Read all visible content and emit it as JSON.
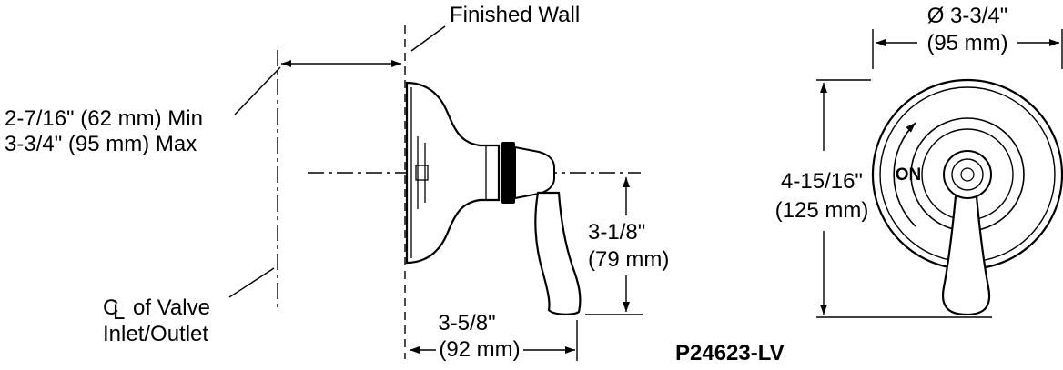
{
  "meta": {
    "part_number": "P24623-LV"
  },
  "side_view": {
    "finished_wall_label": "Finished Wall",
    "depth_min_label": "2-7/16\" (62 mm) Min",
    "depth_max_label": "3-3/4\" (95 mm) Max",
    "centerline_symbol_c": "C",
    "centerline_symbol_l": "L",
    "centerline_label_line1": "of Valve",
    "centerline_label_line2": "Inlet/Outlet",
    "handle_drop_dim_in": "3-1/8\"",
    "handle_drop_dim_mm": "(79 mm)",
    "width_dim_in": "3-5/8\"",
    "width_dim_mm": "(92 mm)"
  },
  "front_view": {
    "diameter_dim_in": "Ø 3-3/4\"",
    "diameter_dim_mm": "(95 mm)",
    "height_dim_in": "4-15/16\"",
    "height_dim_mm": "(125 mm)",
    "on_label": "ON"
  },
  "colors": {
    "line": "#000000",
    "text": "#000000",
    "background": "#ffffff"
  }
}
